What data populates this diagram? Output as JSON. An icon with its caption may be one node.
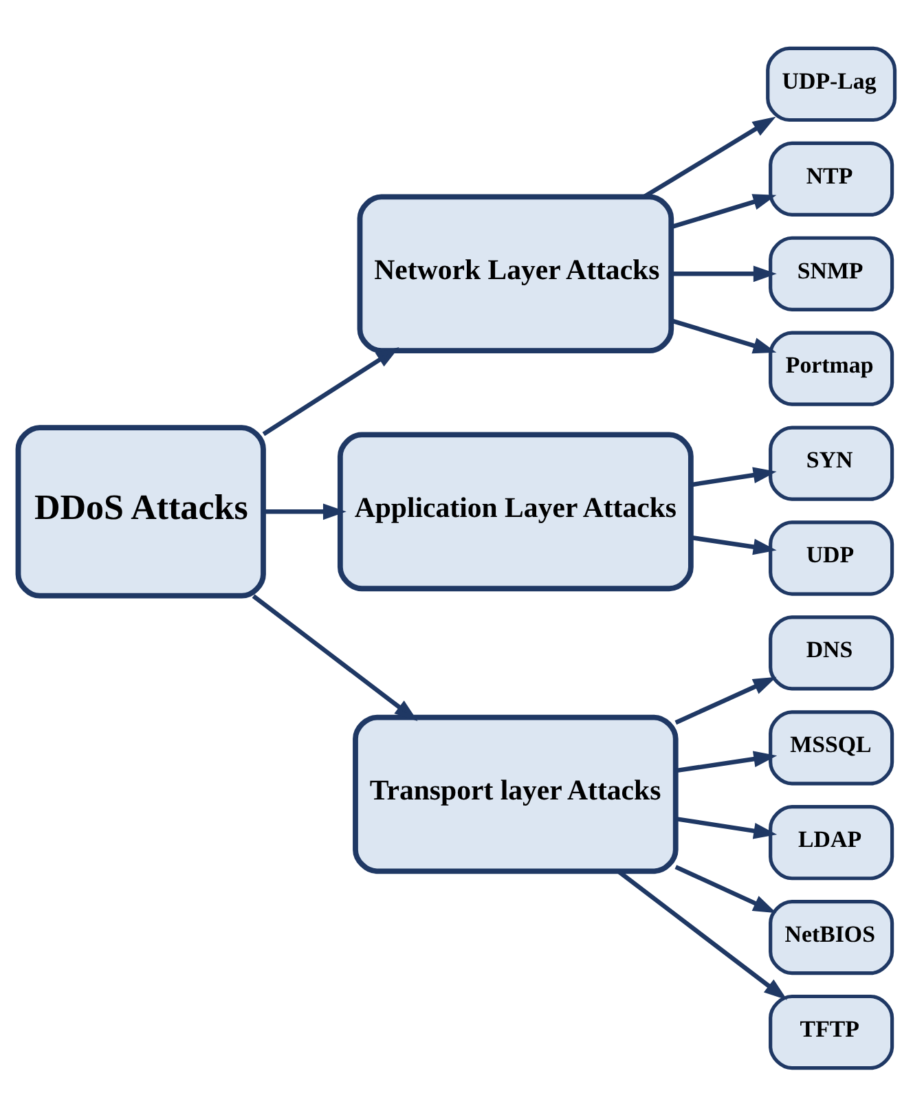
{
  "diagram": {
    "nodes": [
      {
        "text": [
          "DDoS Attacks"
        ]
      },
      {
        "text": [
          "Network Layer Attacks"
        ]
      },
      {
        "text": [
          "Application Layer Attacks"
        ]
      },
      {
        "text": [
          "Transport layer Attacks"
        ]
      },
      {
        "text": [
          "UDP-Lag"
        ]
      },
      {
        "text": [
          "NTP"
        ]
      },
      {
        "text": [
          "SNMP"
        ]
      },
      {
        "text": [
          "Portmap"
        ]
      },
      {
        "text": [
          "SYN"
        ]
      },
      {
        "text": [
          "UDP"
        ]
      },
      {
        "text": [
          "DNS"
        ]
      },
      {
        "text": [
          "MSSQL"
        ]
      },
      {
        "text": [
          "LDAP"
        ]
      },
      {
        "text": [
          "NetBIOS"
        ]
      },
      {
        "text": [
          "TFTP"
        ]
      }
    ],
    "edges": [
      {
        "from": 0,
        "to": 1,
        "arrow": "to"
      },
      {
        "from": 0,
        "to": 2,
        "arrow": "to"
      },
      {
        "from": 0,
        "to": 3,
        "arrow": "to"
      },
      {
        "from": 1,
        "to": 4,
        "arrow": "to"
      },
      {
        "from": 1,
        "to": 5,
        "arrow": "to"
      },
      {
        "from": 1,
        "to": 6,
        "arrow": "to"
      },
      {
        "from": 1,
        "to": 7,
        "arrow": "to"
      },
      {
        "from": 2,
        "to": 8,
        "arrow": "to"
      },
      {
        "from": 2,
        "to": 9,
        "arrow": "to"
      },
      {
        "from": 3,
        "to": 10,
        "arrow": "to"
      },
      {
        "from": 3,
        "to": 11,
        "arrow": "to"
      },
      {
        "from": 3,
        "to": 12,
        "arrow": "to"
      },
      {
        "from": 3,
        "to": 13,
        "arrow": "to"
      },
      {
        "from": 3,
        "to": 14,
        "arrow": "to"
      }
    ]
  }
}
